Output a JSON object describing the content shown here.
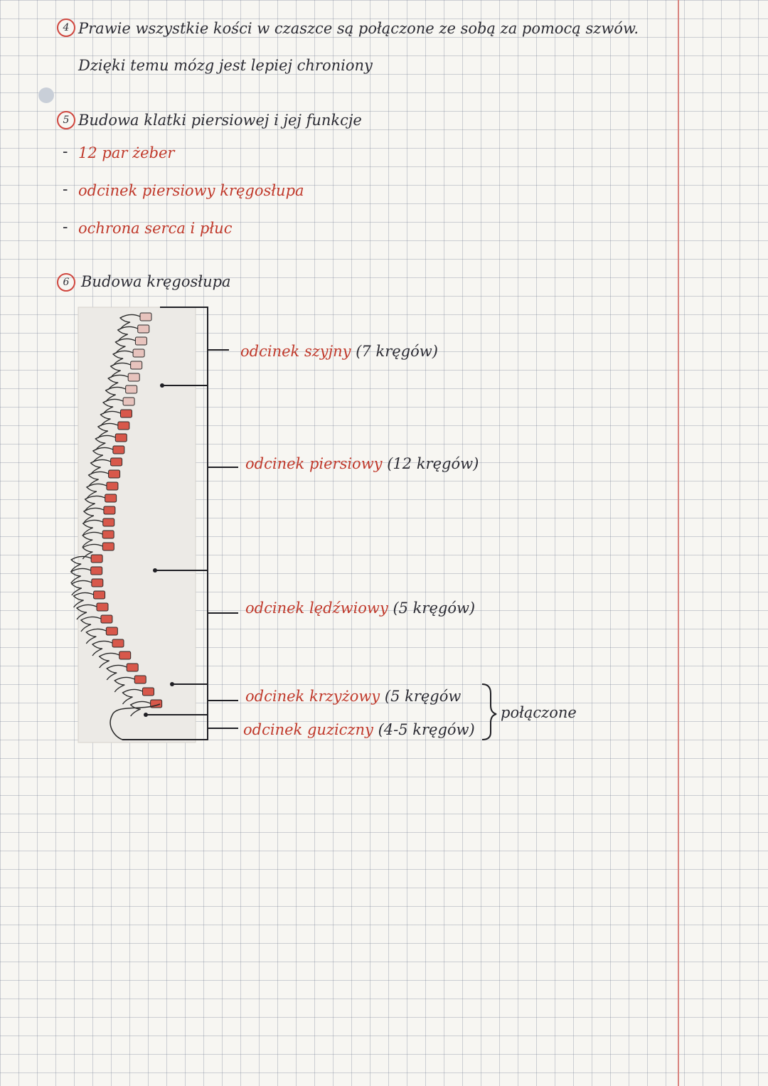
{
  "section4": {
    "number": "4",
    "line1": "Prawie wszystkie kości w czaszce są połączone ze sobą za pomocą szwów.",
    "line2": "Dzięki temu mózg jest lepiej chroniony"
  },
  "section5": {
    "number": "5",
    "title": "Budowa klatki piersiowej i jej funkcje",
    "items": [
      "12 par żeber",
      "odcinek piersiowy kręgosłupa",
      "ochrona serca i płuc"
    ]
  },
  "section6": {
    "number": "6",
    "title": "Budowa kręgosłupa",
    "segments": [
      {
        "name": "odcinek",
        "name_colored": "szyjny",
        "count": "(7 kręgów)"
      },
      {
        "name": "odcinek",
        "name_colored": "piersiowy",
        "count": "(12 kręgów)"
      },
      {
        "name": "odcinek",
        "name_colored": "lędźwiowy",
        "count": "(5 kręgów)"
      },
      {
        "name": "odcinek",
        "name_colored": "krzyżowy",
        "count": "(5 kręgów"
      },
      {
        "name": "odcinek",
        "name_colored": "guziczny",
        "count": "(4-5 kręgów)"
      }
    ],
    "brace_label": "połączone"
  },
  "colors": {
    "ink": "#2c2c34",
    "red_ink": "#c0392b",
    "circle": "#d0463e",
    "margin": "#d8837e"
  }
}
